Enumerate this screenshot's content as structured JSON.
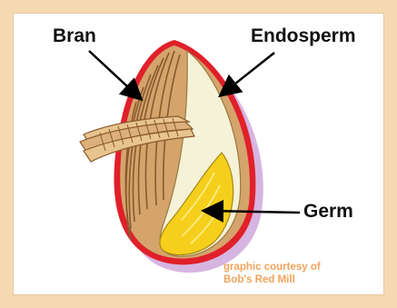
{
  "diagram": {
    "labels": {
      "bran": "Bran",
      "endosperm": "Endosperm",
      "germ": "Germ"
    },
    "credit": {
      "line1": "graphic courtesy of",
      "line2": "Bob's Red Mill"
    }
  },
  "colors": {
    "background": "#f5d9b0",
    "bran": "#d4a46c",
    "bran_stripe": "#8a5a2e",
    "endosperm": "#f6f2d8",
    "germ": "#f5cf1c",
    "outline_red": "#e0202a",
    "shadow_purple": "#c9a3d9",
    "credit_text": "#f2a35a"
  }
}
